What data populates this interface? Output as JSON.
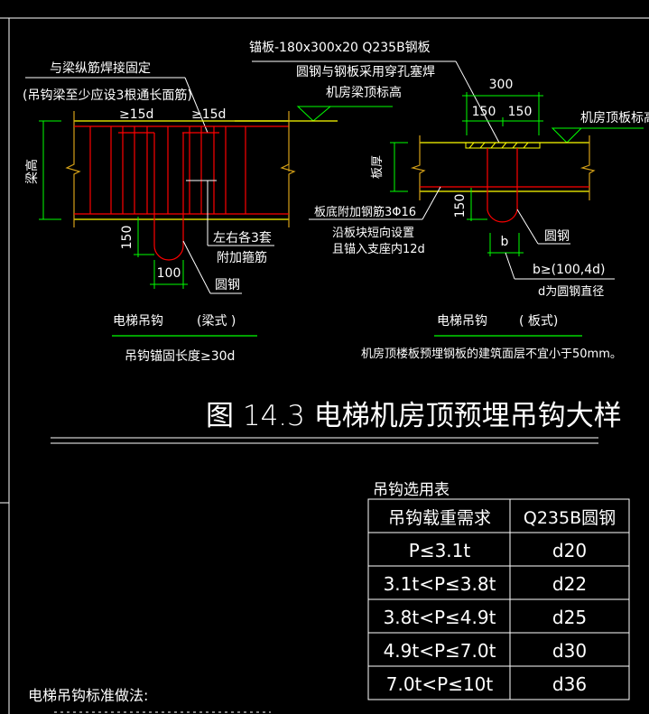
{
  "drawing": {
    "title": "图 14.3  电梯机房顶预埋吊钩大样",
    "colors": {
      "background": "#000000",
      "concrete_edge": "#ffff00",
      "rebar": "#ff0000",
      "dimension": "#00ff00",
      "text": "#ffffff",
      "break_line": "#d4a017"
    },
    "beam_detail": {
      "note_weld": "与梁纵筋焊接固定",
      "note_min_bars": "(吊钩梁至少应设3根通长面筋)",
      "lap_left": "≥15d",
      "lap_right": "≥15d",
      "beam_height_label": "梁高",
      "dim_150": "150",
      "dim_100": "100",
      "stirrups_note_1": "左右各3套",
      "stirrups_note_2": "附加箍筋",
      "round_bar_label": "圆钢",
      "caption": "电梯吊钩",
      "caption_type": "(梁式  )",
      "anchor_note": "吊钩锚固长度≥30d"
    },
    "slab_detail": {
      "anchor_plate": "锚板-180x300x20    Q235B钢板",
      "weld_note": "圆钢与钢板采用穿孔塞焊",
      "beam_top_elev": "机房梁顶标高",
      "slab_top_elev": "机房顶板标高",
      "dim_300": "300",
      "dim_150_left": "150",
      "dim_150_right": "150",
      "slab_thickness_label": "板厚",
      "bottom_bars": "板底附加钢筋3Φ16",
      "bottom_bars_note_1": "沿板块短向设置",
      "bottom_bars_note_2": "且锚入支座内12d",
      "dim_150": "150",
      "round_bar_label": "圆钢",
      "dim_b": "b",
      "b_rule": "b≥(100,4d)",
      "d_note": "d为圆钢直径",
      "caption": "电梯吊钩",
      "caption_type": "( 板式)",
      "finish_note": "机房顶楼板预埋钢板的建筑面层不宜小于50mm。"
    },
    "selection_table": {
      "title": "吊钩选用表",
      "headers": [
        "吊钩载重需求",
        "Q235B圆钢"
      ],
      "rows": [
        [
          "P≤3.1t",
          "d20"
        ],
        [
          "3.1t<P≤3.8t",
          "d22"
        ],
        [
          "3.8t<P≤4.9t",
          "d25"
        ],
        [
          "4.9t<P≤7.0t",
          "d30"
        ],
        [
          "7.0t<P≤10t",
          "d36"
        ]
      ]
    },
    "standard_method_heading": "电梯吊钩标准做法:"
  }
}
